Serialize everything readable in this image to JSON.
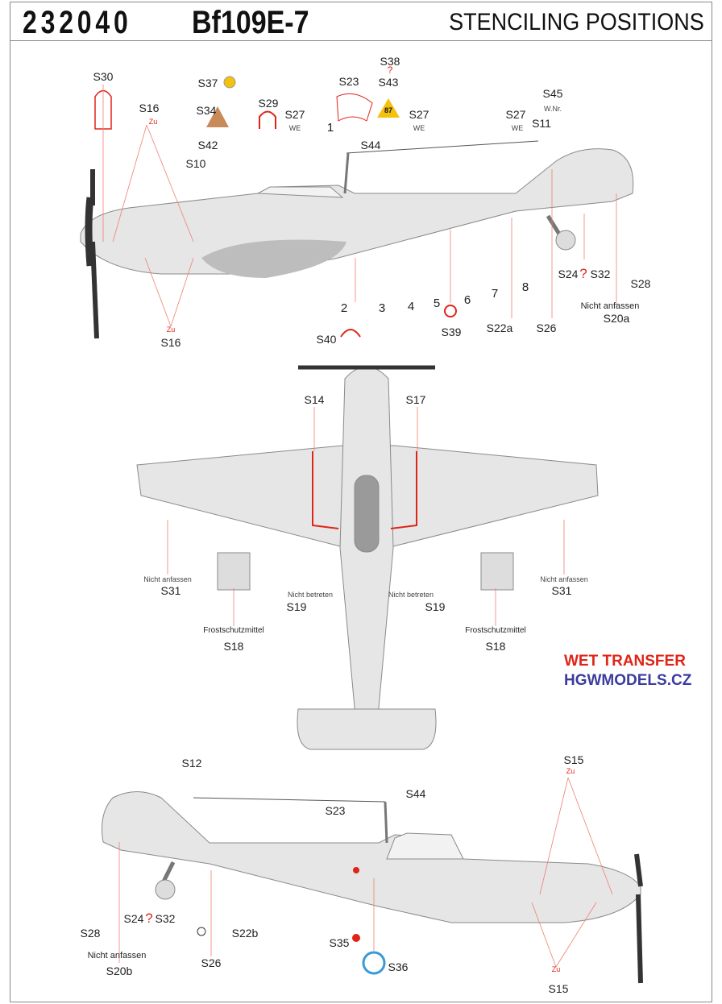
{
  "header": {
    "code": "232040",
    "model": "Bf109E-7",
    "title": "STENCILING POSITIONS"
  },
  "side_view_left": {
    "labels": {
      "s30": "S30",
      "s16a": "S16",
      "s37": "S37",
      "s34": "S34",
      "s29": "S29",
      "s27a": "S27",
      "s42": "S42",
      "s10": "S10",
      "n1": "1",
      "s23": "S23",
      "s38": "S38",
      "q": "?",
      "s43": "S43",
      "s44": "S44",
      "s27b": "S27",
      "s27c": "S27",
      "s45": "S45",
      "s11": "S11",
      "n2": "2",
      "n3": "3",
      "n4": "4",
      "n5": "5",
      "n6": "6",
      "n7": "7",
      "n8": "8",
      "s39": "S39",
      "s40": "S40",
      "s22a": "S22a",
      "s26": "S26",
      "s24": "S24",
      "q2": "?",
      "s32": "S32",
      "s28": "S28",
      "nicht": "Nicht anfassen",
      "s20a": "S20a",
      "s16b": "S16",
      "zu": "Zu",
      "zu2": "Zu",
      "we1": "WE",
      "we2": "WE",
      "we3": "WE",
      "wnr": "W.Nr.",
      "badge87": "87"
    }
  },
  "top_view": {
    "labels": {
      "s14": "S14",
      "s17": "S17",
      "s31a": "S31",
      "s31b": "S31",
      "s19a": "S19",
      "s19b": "S19",
      "frost1": "Frostschutzmittel",
      "s18a": "S18",
      "frost2": "Frostschutzmittel",
      "s18b": "S18",
      "nicht1": "Nicht anfassen",
      "nicht2": "Nicht anfassen",
      "betreten1": "Nicht betreten",
      "betreten2": "Nicht betreten"
    },
    "wet_transfer": "WET TRANSFER",
    "site": "HGWMODELS.CZ"
  },
  "side_view_right": {
    "labels": {
      "s12": "S12",
      "s15a": "S15",
      "s44": "S44",
      "s23": "S23",
      "s28": "S28",
      "s24": "S24",
      "q": "?",
      "s32": "S32",
      "s22b": "S22b",
      "s35": "S35",
      "s36": "S36",
      "nicht": "Nicht anfassen",
      "s20b": "S20b",
      "s26": "S26",
      "s15b": "S15",
      "zu1": "Zu",
      "zu2": "Zu"
    }
  },
  "colors": {
    "stencil_red": "#e02418",
    "aircraft_grey": "#e6e6e6",
    "blue": "#3c3c9e",
    "yellow": "#f4c20d",
    "brown": "#c98a5a"
  }
}
